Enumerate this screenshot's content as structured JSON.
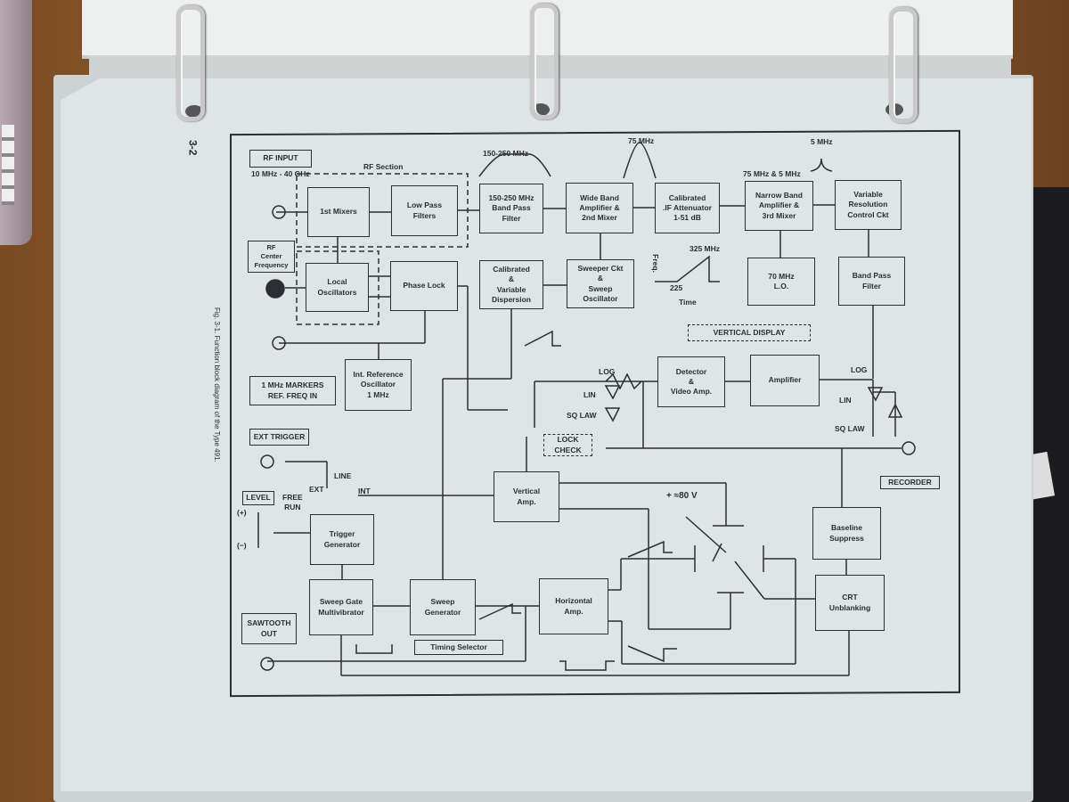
{
  "page": {
    "number": "3-2",
    "caption": "Fig. 3-1. Function block diagram of the Type 491."
  },
  "colors": {
    "paper": "#dfe5e7",
    "ink": "#2b2f33",
    "desk": "#8a5a2e"
  },
  "labels": {
    "rf_input": "RF INPUT",
    "rf_range": "10 MHz - 40 GHz",
    "rf_section": "RF Section",
    "bp_shape": "150-250 MHz",
    "if_75": "75 MHz",
    "if_5": "5 MHz",
    "if_75_5": "75 MHz & 5 MHz",
    "sweep_top": "325 MHz",
    "sweep_bottom": "225",
    "freq_axis": "Freq.",
    "time_axis": "Time",
    "log1": "LOG",
    "lin1": "LIN",
    "sq1": "SQ LAW",
    "log2": "LOG",
    "lin2": "LIN",
    "sq2": "SQ LAW",
    "ext": "EXT",
    "line": "LINE",
    "int": "INT",
    "free_run": "FREE\nRUN",
    "plus": "(+)",
    "minus": "(−)",
    "hv": "+ ≈80 V"
  },
  "blocks": {
    "rf_center": "RF\nCenter\nFrequency",
    "mixers1": "1st Mixers",
    "lowpass": "Low Pass\nFilters",
    "bandpass150": "150-250 MHz\nBand Pass\nFilter",
    "wideband": "Wide Band\nAmplifier &\n2nd Mixer",
    "if_atten": "Calibrated\n.IF Attenuator\n1-51 dB",
    "narrowband": "Narrow Band\nAmplifier &\n3rd Mixer",
    "varres": "Variable\nResolution\nControl Ckt",
    "local_osc": "Local\nOscillators",
    "phase_lock": "Phase Lock",
    "dispersion": "Calibrated\n&\nVariable\nDispersion",
    "sweeper": "Sweeper Ckt\n&\nSweep\nOscillator",
    "lo70": "70 MHz\nL.O.",
    "bpf": "Band Pass\nFilter",
    "markers": "1 MHz MARKERS\nREF. FREQ IN",
    "int_ref": "Int. Reference\nOscillator\n1 MHz",
    "vertical_display": "VERTICAL DISPLAY",
    "detector": "Detector\n&\nVideo Amp.",
    "amplifier": "Amplifier",
    "lock_check": "LOCK\nCHECK",
    "ext_trigger": "EXT TRIGGER",
    "level": "LEVEL",
    "vertical_amp": "Vertical\nAmp.",
    "trigger_gen": "Trigger\nGenerator",
    "sweep_gate": "Sweep Gate\nMultivibrator",
    "sweep_gen": "Sweep\nGenerator",
    "timing_selector": "Timing Selector",
    "horizontal_amp": "Horizontal\nAmp.",
    "baseline": "Baseline\nSuppress",
    "crt_unblank": "CRT\nUnblanking",
    "sawtooth_out": "SAWTOOTH\nOUT",
    "recorder": "RECORDER"
  }
}
